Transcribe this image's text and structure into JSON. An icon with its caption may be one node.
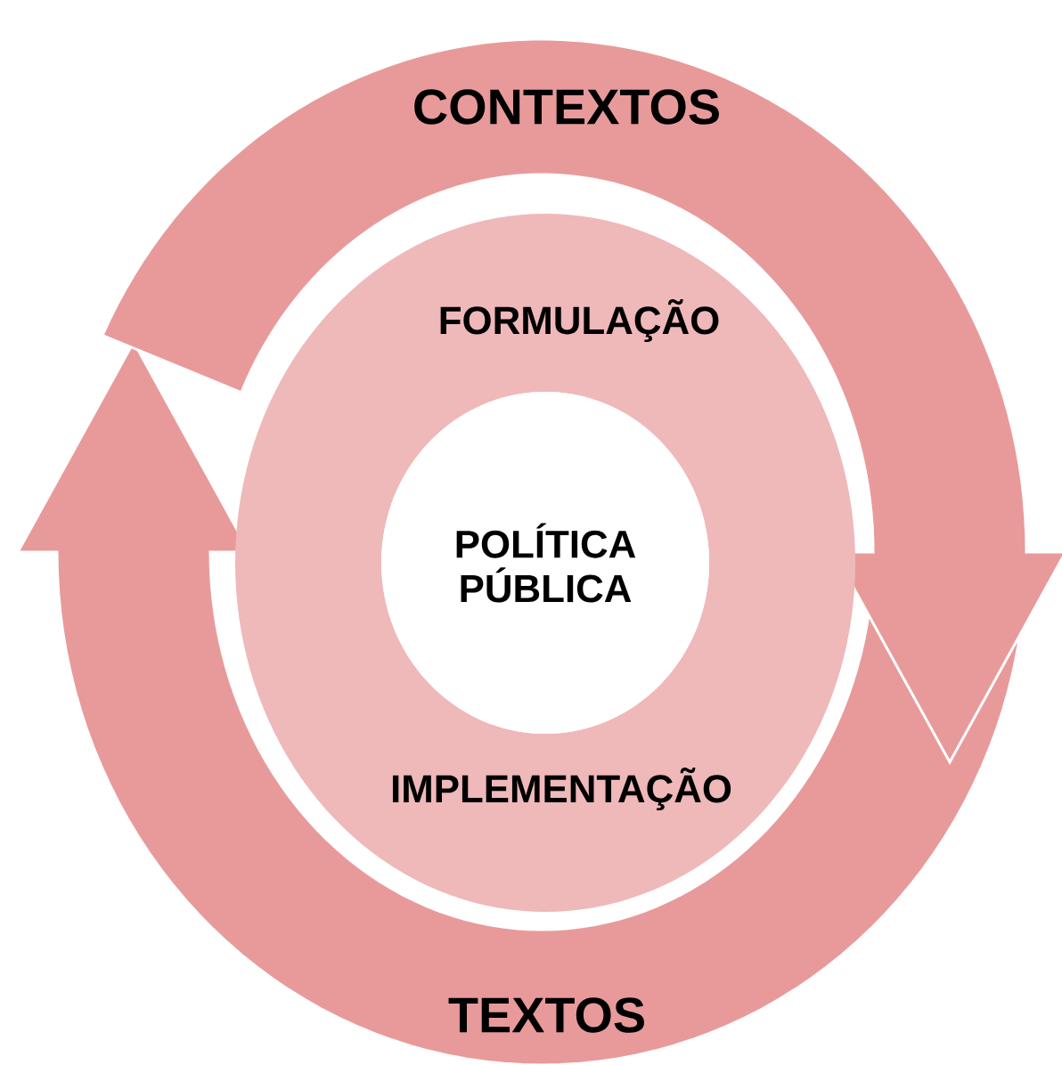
{
  "diagram": {
    "nodes": [
      {
        "text": [
          "CONTEXTOS"
        ]
      },
      {
        "text": [
          "TEXTOS"
        ]
      },
      {
        "text": [
          "FORMULAÇÃO"
        ]
      },
      {
        "text": [
          "IMPLEMENTAÇÃO"
        ]
      },
      {
        "text": [
          "POLÍTICA PÚBLICA"
        ]
      }
    ]
  }
}
